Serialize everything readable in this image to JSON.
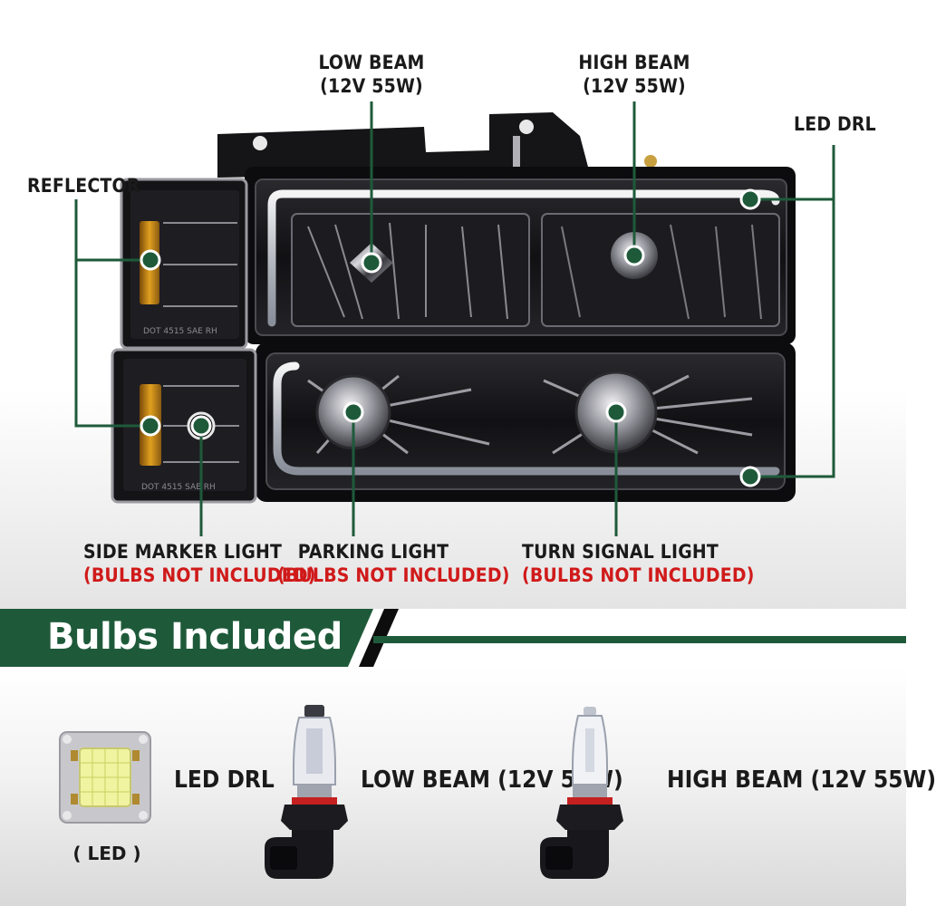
{
  "callouts": {
    "low_beam": {
      "line1": "LOW BEAM",
      "line2": "(12V 55W)"
    },
    "high_beam": {
      "line1": "HIGH BEAM",
      "line2": "(12V 55W)"
    },
    "led_drl": "LED DRL",
    "reflector": "REFLECTOR",
    "side_marker": {
      "line1": "SIDE MARKER LIGHT",
      "line2": "(BULBS NOT INCLUDED)"
    },
    "parking": {
      "line1": "PARKING LIGHT",
      "line2": "(BULBS NOT INCLUDED)"
    },
    "turn_signal": {
      "line1": "TURN SIGNAL LIGHT",
      "line2": "(BULBS NOT INCLUDED)"
    }
  },
  "lens_markings": {
    "corner_top": "DOT 4515 SAE RH",
    "corner_bottom": "DOT 4515 SAE RH"
  },
  "banner": {
    "title": "Bulbs Included"
  },
  "bulbs": {
    "led": {
      "label": "LED DRL",
      "sublabel": "( LED )"
    },
    "low": {
      "label": "LOW BEAM (12V 55W)"
    },
    "high": {
      "label": "HIGH BEAM (12V 55W)"
    }
  },
  "colors": {
    "accent_green": "#1e5a3a",
    "warning_red": "#d01a1a",
    "label_dark": "#1a1a1a"
  }
}
